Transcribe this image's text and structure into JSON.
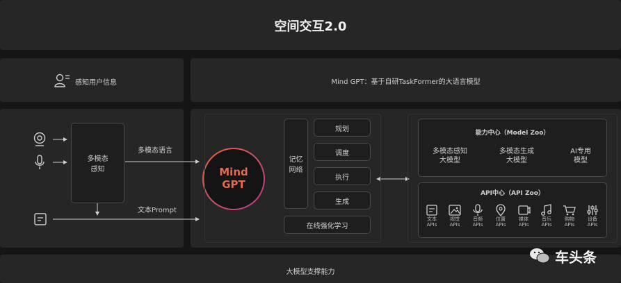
{
  "header": {
    "title": "空间交互2.0"
  },
  "user_info": {
    "label": "感知用户信息"
  },
  "mindgpt": {
    "label": "Mind GPT：基于自研TaskFormer的大语言模型"
  },
  "perception": {
    "box_label_line1": "多模态",
    "box_label_line2": "感知",
    "arrow_multimodal": "多模态语言",
    "arrow_text": "文本Prompt"
  },
  "core": {
    "circle_line1": "Mind",
    "circle_line2": "GPT",
    "memory_line1": "记忆",
    "memory_line2": "网络",
    "tasks": [
      "规划",
      "调度",
      "执行",
      "生成"
    ],
    "online_learning": "在线强化学习"
  },
  "model_zoo": {
    "title": "能力中心（Model Zoo）",
    "items": [
      {
        "line1": "多模态感知",
        "line2": "大模型"
      },
      {
        "line1": "多模态生成",
        "line2": "大模型"
      },
      {
        "line1": "AI专用",
        "line2": "模型"
      }
    ]
  },
  "api_zoo": {
    "title": "API中心（API Zoo）",
    "items": [
      {
        "icon": "text-doc-icon",
        "line1": "文本",
        "line2": "APIs"
      },
      {
        "icon": "image-icon",
        "line1": "视觉",
        "line2": "APIs"
      },
      {
        "icon": "microphone-icon",
        "line1": "音频",
        "line2": "APIs"
      },
      {
        "icon": "location-pin-icon",
        "line1": "位置",
        "line2": "APIs"
      },
      {
        "icon": "media-icon",
        "line1": "媒体",
        "line2": "APIs"
      },
      {
        "icon": "music-note-icon",
        "line1": "音乐",
        "line2": "APIs"
      },
      {
        "icon": "shopping-cart-icon",
        "line1": "购物",
        "line2": "APIs"
      },
      {
        "icon": "settings-sliders-icon",
        "line1": "设备",
        "line2": "APIs"
      }
    ]
  },
  "footer": {
    "label": "大模型支撑能力"
  },
  "watermark": {
    "label": "车头条"
  },
  "colors": {
    "background": "#151515",
    "panel": "#262626",
    "circle_gradient_start": "#e8633a",
    "circle_gradient_end": "#b43a8c"
  }
}
